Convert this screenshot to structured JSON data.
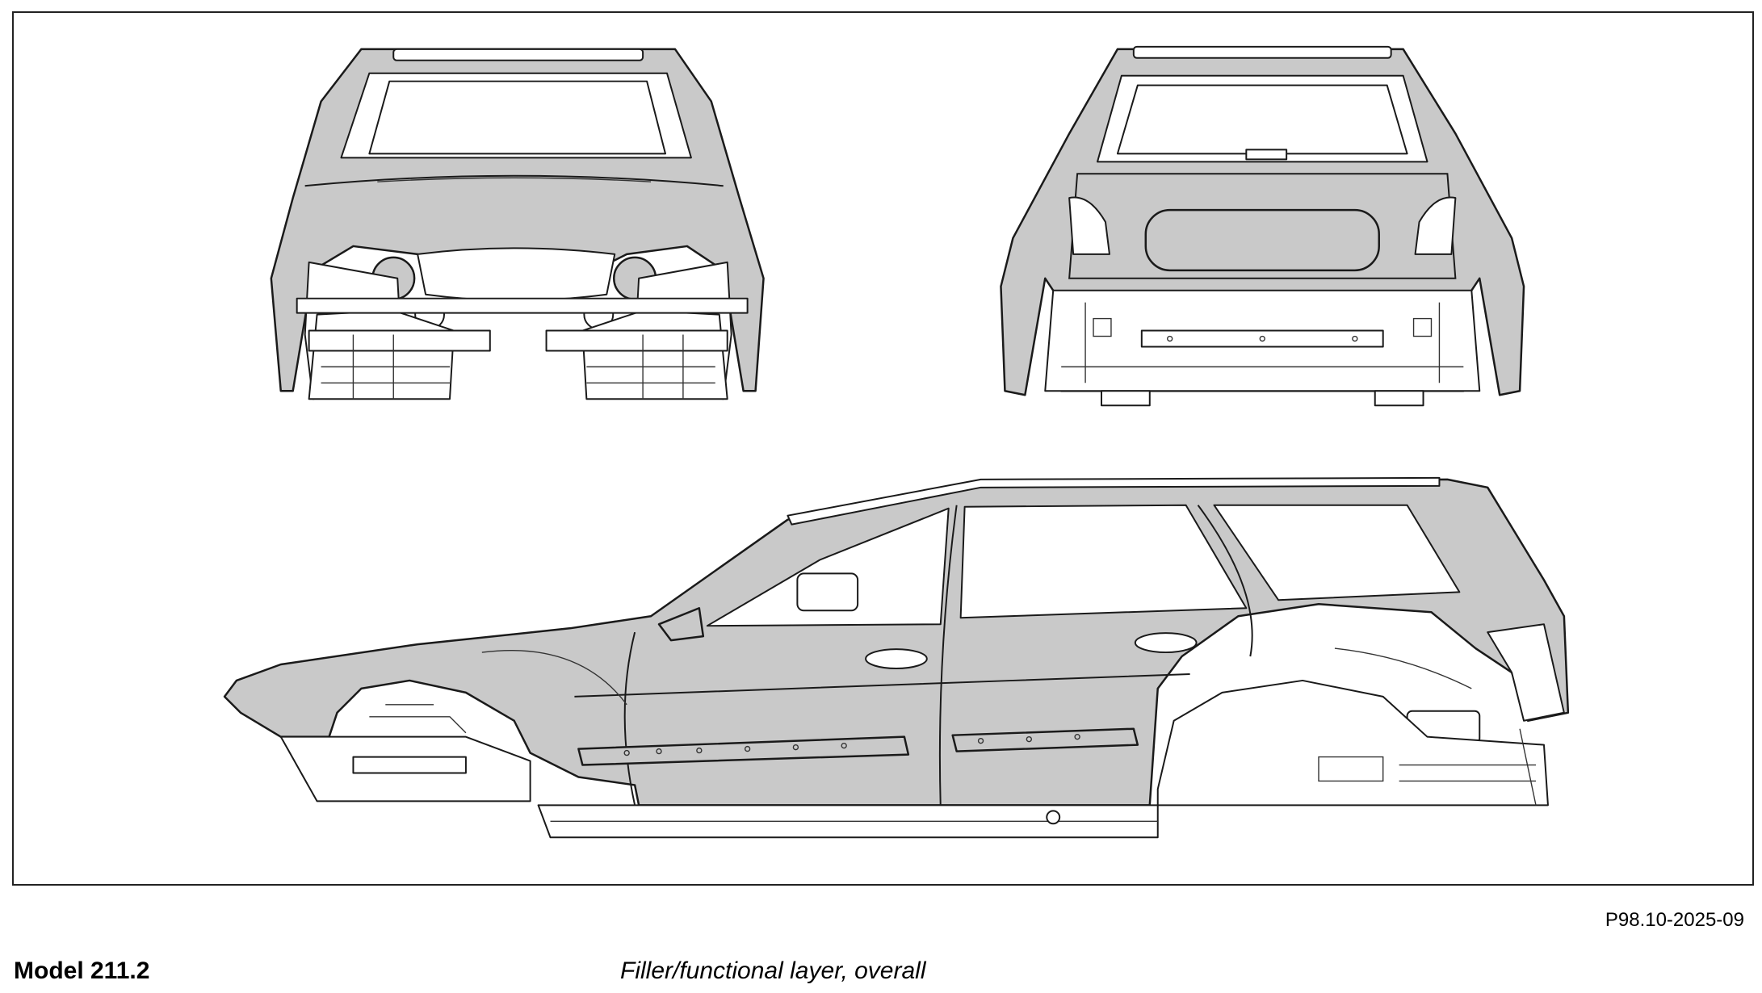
{
  "figure": {
    "code": "P98.10-2025-09",
    "model": "Model 211.2",
    "caption": "Filler/functional layer, overall"
  },
  "colors": {
    "panel_fill": "#c9c9c9",
    "outline": "#1a1a1a",
    "background": "#ffffff"
  }
}
